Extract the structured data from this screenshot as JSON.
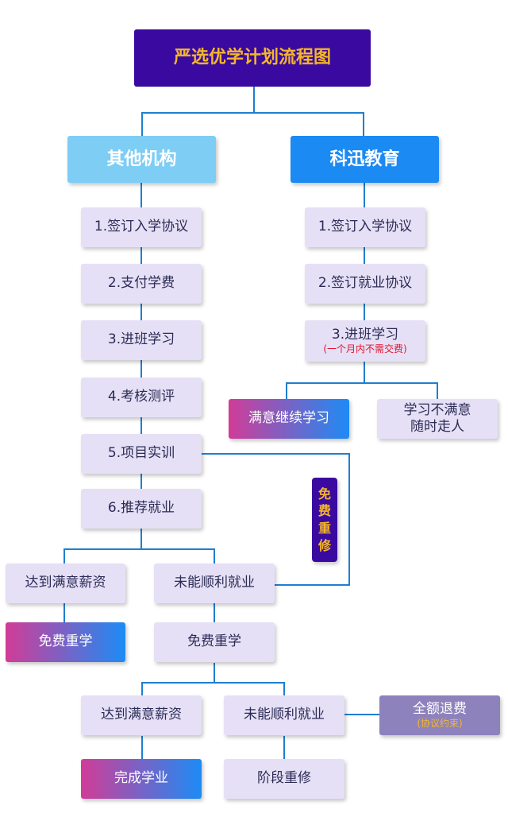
{
  "title": "严选优学计划流程图",
  "left": {
    "header": "其他机构",
    "steps": [
      "1.签订入学协议",
      "2.支付学费",
      "3.进班学习",
      "4.考核测评",
      "5.项目实训",
      "6.推荐就业"
    ],
    "outcome_success": "达到满意薪资",
    "outcome_fail": "未能顺利就业",
    "success_result": "免费重学",
    "fail_result": "免费重学",
    "second_success": "达到满意薪资",
    "second_fail": "未能顺利就业",
    "complete": "完成学业",
    "stage_repeat": "阶段重修",
    "refund": "全额退费",
    "refund_note": "(协议约束)",
    "free_repeat_vertical": [
      "免",
      "费",
      "重",
      "修"
    ]
  },
  "right": {
    "header": "科迅教育",
    "steps": [
      "1.签订入学协议",
      "2.签订就业协议",
      "3.进班学习"
    ],
    "step3_note": "(一个月内不需交费)",
    "satisfied": "满意继续学习",
    "unsatisfied_line1": "学习不满意",
    "unsatisfied_line2": "随时走人"
  },
  "colors": {
    "line": "#1f7fd0",
    "title_bg": "#3a0aa0",
    "title_text": "#f5b62a",
    "box_bg": "#e6e0f6",
    "left_header_bg": "#7dcdf5",
    "right_header_bg": "#1b8af2",
    "gradient_start": "#d13c97",
    "gradient_end": "#1d8bf5",
    "refund_bg": "#8e82bd",
    "note_red": "#e0142d"
  }
}
